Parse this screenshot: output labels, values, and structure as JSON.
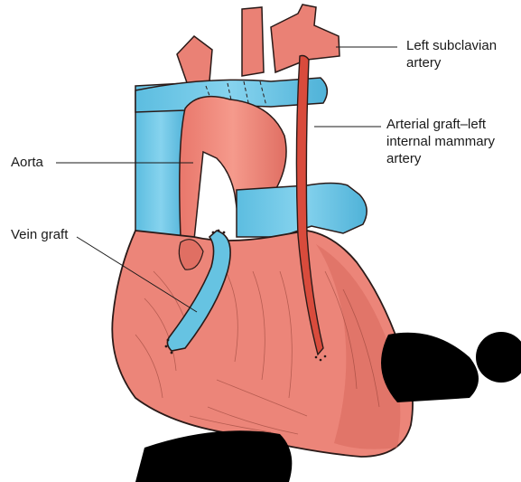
{
  "labels": {
    "left_subclavian": [
      "Left subclavian",
      "artery"
    ],
    "arterial_graft": [
      "Arterial graft–left",
      "internal mammary",
      "artery"
    ],
    "aorta": "Aorta",
    "vein_graft": "Vein graft"
  },
  "colors": {
    "heart_fill": "#ec8579",
    "heart_shade": "#d8675d",
    "vessel_blue": "#66c3e2",
    "vessel_blue_dark": "#3e9fc4",
    "artery_red": "#d94b3c",
    "outline": "#2a1a18",
    "watermark": "#000000"
  }
}
